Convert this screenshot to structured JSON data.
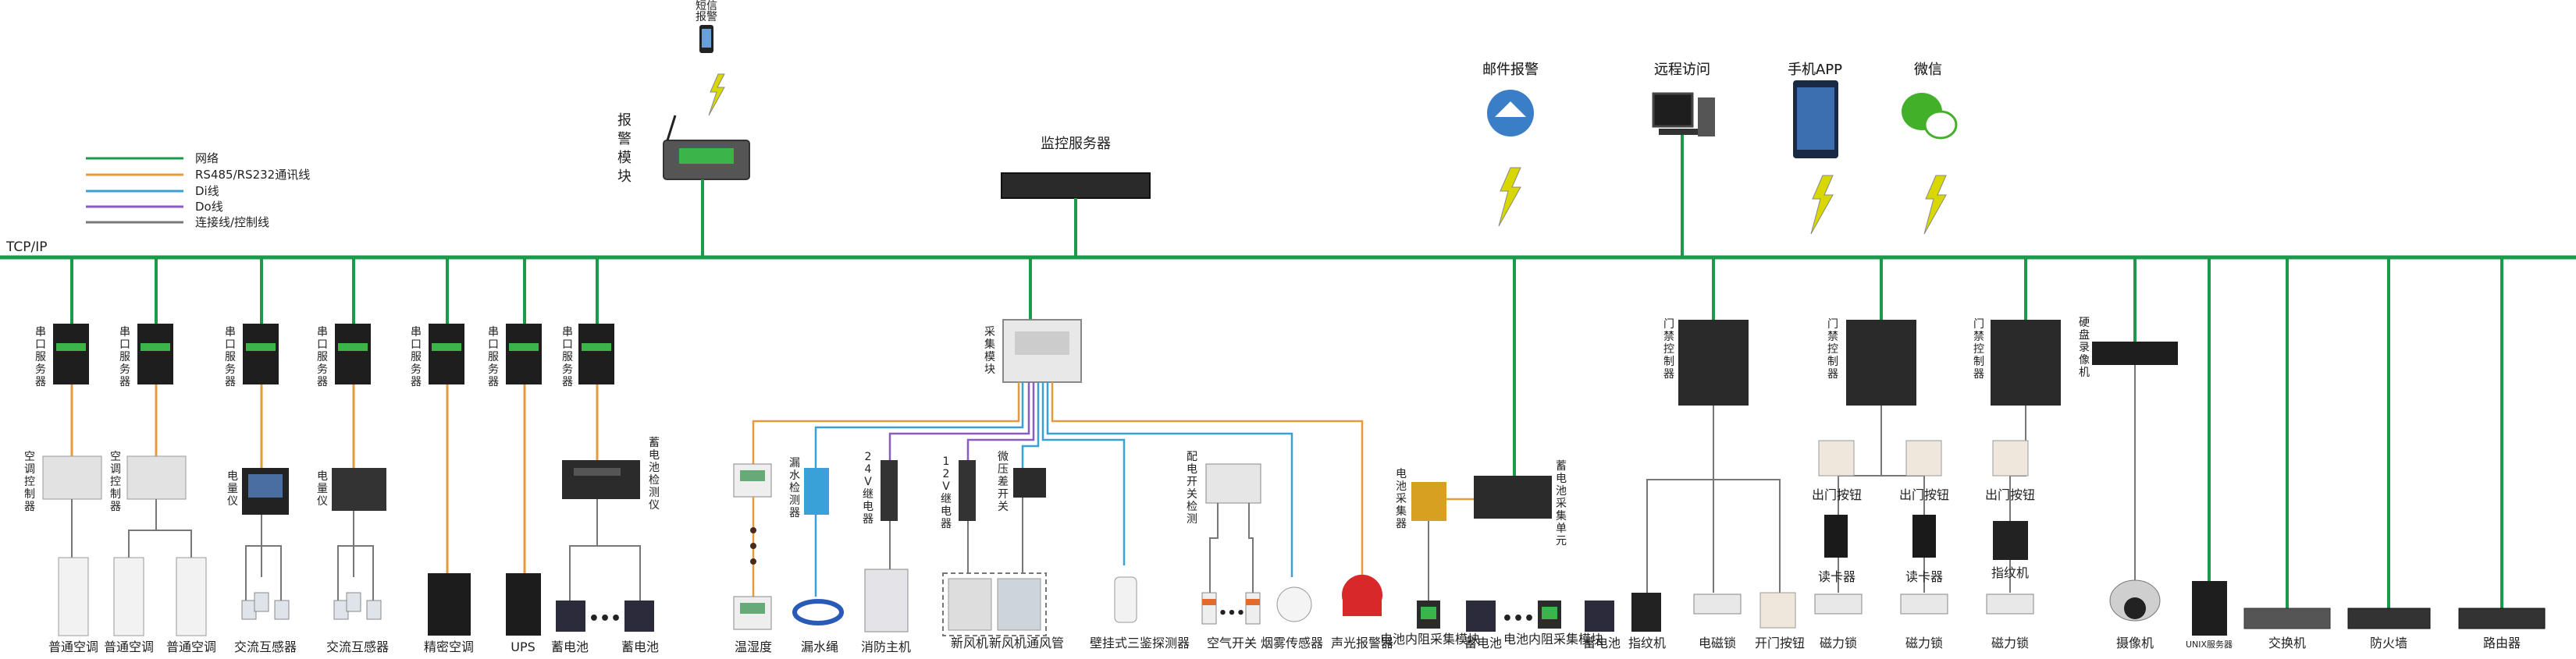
{
  "colors": {
    "network": "#1a9a4a",
    "serial": "#e59a3c",
    "di": "#3aa0d8",
    "do": "#8a5cc0",
    "control": "#777777",
    "lightning": "#d8d800"
  },
  "legend": {
    "items": [
      {
        "label": "网络",
        "color": "#1a9a4a"
      },
      {
        "label": "RS485/RS232通讯线",
        "color": "#e59a3c"
      },
      {
        "label": "Di线",
        "color": "#3aa0d8"
      },
      {
        "label": "Do线",
        "color": "#8a5cc0"
      },
      {
        "label": "连接线/控制线",
        "color": "#777777"
      }
    ]
  },
  "bus_label": "TCP/IP",
  "top": {
    "sms": "短信报警",
    "alarm_module": "报警模块",
    "monitor_server": "监控服务器",
    "email": "邮件报警",
    "remote": "远程访问",
    "app": "手机APP",
    "wechat": "微信"
  },
  "vertical_labels": {
    "serial_server": "串口服务器",
    "ac_controller": "空调控制器",
    "energy_meter": "电量仪",
    "battery_monitor": "蓄电池检测仪",
    "collector": "采集模块",
    "leak_detector": "漏水检测器",
    "relay_24v": "24V继电器",
    "relay_12v": "12V继电器",
    "diff_pressure": "微压差开关",
    "power_switch_detect": "配电开关检测",
    "door_controller": "门禁控制器",
    "nvr": "硬盘录像机",
    "battery_collector": "电池采集器",
    "battery_collect_unit": "蓄电池采集单元"
  },
  "bottom": {
    "ac1": "普通空调",
    "ac2": "普通空调",
    "ac3": "普通空调",
    "ct1": "交流互感器",
    "ct2": "交流互感器",
    "precision_ac": "精密空调",
    "ups": "UPS",
    "battery_a": "蓄电池",
    "battery_b": "蓄电池",
    "temp_humid": "温湿度",
    "leak_rope": "漏水绳",
    "fire_host": "消防主机",
    "fresh_air": "新风机",
    "fresh_air_duct": "新风机通风管",
    "wall_detector": "壁挂式三鉴探测器",
    "air_switch": "空气开关",
    "smoke": "烟雾传感器",
    "sound_light": "声光报警器",
    "internal_res_1": "电池内阻采集模块",
    "battery_c": "蓄电池",
    "internal_res_2": "电池内阻采集模块",
    "battery_d": "蓄电池",
    "fingerprint_1": "指纹机",
    "em_lock_1": "电磁锁",
    "exit_button_1": "开门按钮",
    "mag_lock_1": "磁力锁",
    "mag_lock_2": "磁力锁",
    "mag_lock_3": "磁力锁",
    "camera": "摄像机",
    "unix_server": "UNIX服务器",
    "switch": "交换机",
    "firewall": "防火墙",
    "router": "路由器"
  },
  "mid": {
    "exit_button_2": "出门按钮",
    "exit_button_3": "出门按钮",
    "exit_button_4": "出门按钮",
    "card_reader_1": "读卡器",
    "card_reader_2": "读卡器",
    "fingerprint_2": "指纹机"
  }
}
